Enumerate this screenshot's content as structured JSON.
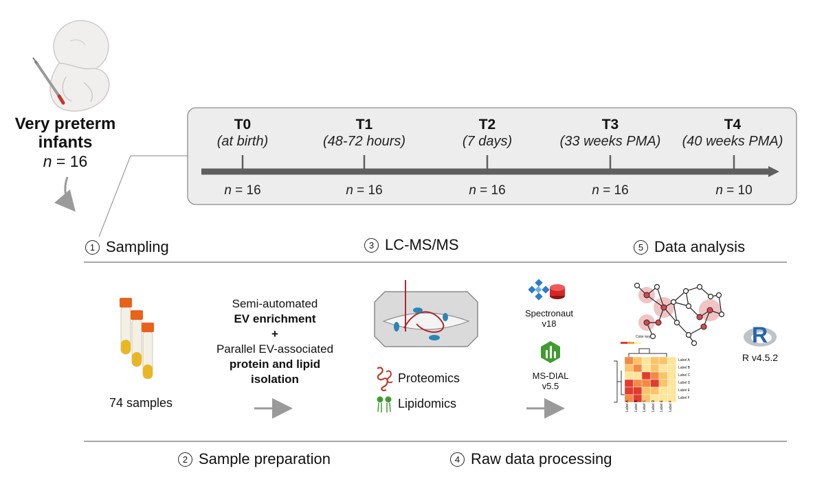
{
  "cohort": {
    "title_line1": "Very preterm",
    "title_line2": "infants",
    "n_label": "n",
    "n_text": " = 16"
  },
  "timeline": {
    "timepoints": [
      {
        "label": "T0",
        "desc": "(at birth)",
        "n_label": "n",
        "n_text": " = 16"
      },
      {
        "label": "T1",
        "desc": "(48-72 hours)",
        "n_label": "n",
        "n_text": " = 16"
      },
      {
        "label": "T2",
        "desc": "(7 days)",
        "n_label": "n",
        "n_text": " = 16"
      },
      {
        "label": "T3",
        "desc": "(33 weeks PMA)",
        "n_label": "n",
        "n_text": " = 16"
      },
      {
        "label": "T4",
        "desc": "(40 weeks PMA)",
        "n_label": "n",
        "n_text": " = 10"
      }
    ]
  },
  "steps": {
    "s1": {
      "num": "1",
      "label": "Sampling"
    },
    "s2": {
      "num": "2",
      "label": "Sample preparation"
    },
    "s3": {
      "num": "3",
      "label": "LC-MS/MS"
    },
    "s4": {
      "num": "4",
      "label": "Raw data processing"
    },
    "s5": {
      "num": "5",
      "label": "Data analysis"
    }
  },
  "sampling": {
    "count_label": "74 samples"
  },
  "preparation": {
    "line1": "Semi-automated",
    "line2": "EV enrichment",
    "line3": "+",
    "line4": "Parallel EV-associated",
    "line5": "protein and lipid",
    "line6": "isolation"
  },
  "lcms": {
    "proteomics": "Proteomics",
    "lipidomics": "Lipidomics"
  },
  "software": {
    "spectronaut_name": "Spectronaut",
    "spectronaut_version": "v18",
    "msdial_name": "MS-DIAL",
    "msdial_version": "v5.5",
    "r_logo_letter": "R",
    "r_version": "R v4.5.2"
  },
  "heatmap": {
    "key_label": "Color key",
    "row_labels": [
      "Label A",
      "Label B",
      "Label C",
      "Label D",
      "Label E",
      "Label F"
    ],
    "col_labels": [
      "Label A",
      "Label B",
      "Label C",
      "Label D",
      "Label E",
      "Label F"
    ]
  },
  "colors": {
    "timeline_bg": "#ededed",
    "axis": "#5f5f5f",
    "tube_cap": "#e8621c",
    "tube_liquid": "#e8b722",
    "spectronaut_blue": "#2b7bd1",
    "spectronaut_red": "#d42727",
    "msdial_green": "#3f9c2f",
    "r_blue": "#2166ac",
    "network_red": "#d9474b",
    "heat_red": "#e03c2f",
    "heat_yellow": "#fff3a8"
  }
}
